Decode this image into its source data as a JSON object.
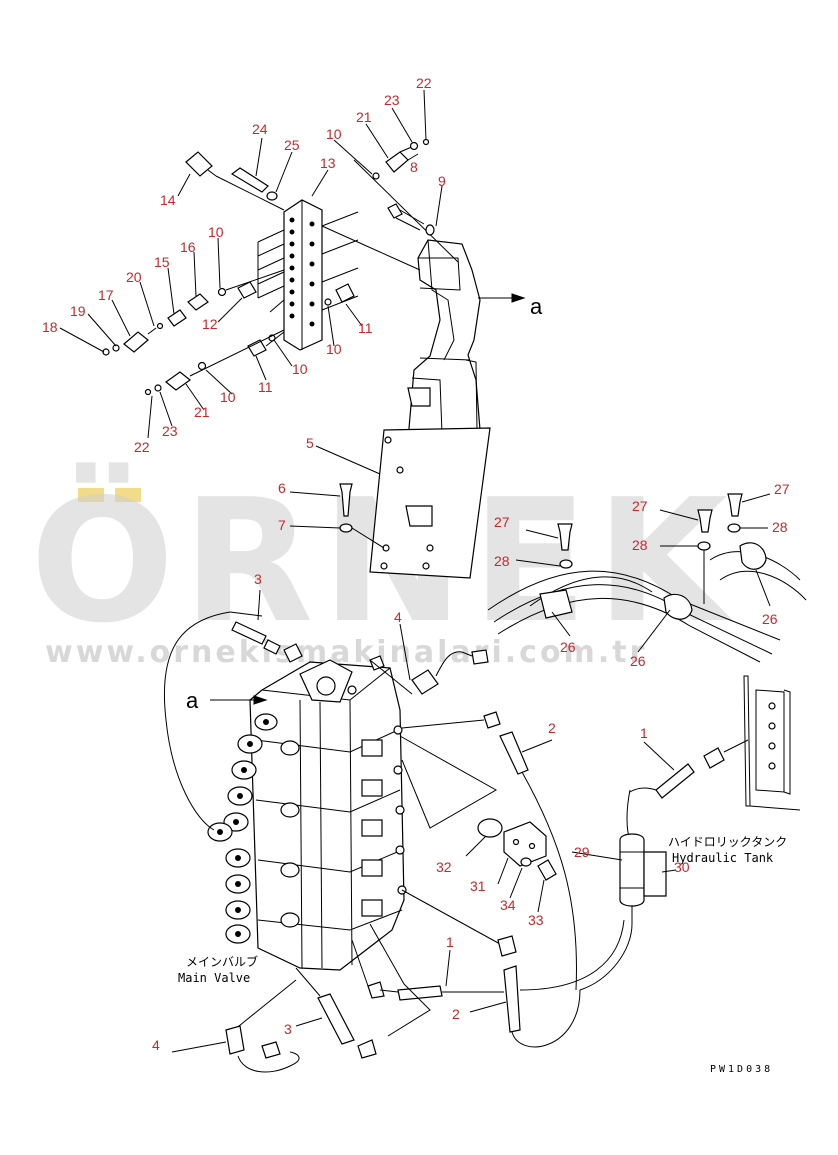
{
  "callouts": [
    {
      "id": "c22a",
      "text": "22"
    },
    {
      "id": "c23a",
      "text": "23"
    },
    {
      "id": "c21a",
      "text": "21"
    },
    {
      "id": "c8",
      "text": "8"
    },
    {
      "id": "c10a",
      "text": "10"
    },
    {
      "id": "c24",
      "text": "24"
    },
    {
      "id": "c25",
      "text": "25"
    },
    {
      "id": "c13",
      "text": "13"
    },
    {
      "id": "c14",
      "text": "14"
    },
    {
      "id": "c9",
      "text": "9"
    },
    {
      "id": "c10b",
      "text": "10"
    },
    {
      "id": "c16",
      "text": "16"
    },
    {
      "id": "c15",
      "text": "15"
    },
    {
      "id": "c20",
      "text": "20"
    },
    {
      "id": "c17",
      "text": "17"
    },
    {
      "id": "c19",
      "text": "19"
    },
    {
      "id": "c18",
      "text": "18"
    },
    {
      "id": "c12",
      "text": "12"
    },
    {
      "id": "c11a",
      "text": "11"
    },
    {
      "id": "c10c",
      "text": "10"
    },
    {
      "id": "c10d",
      "text": "10"
    },
    {
      "id": "c11b",
      "text": "11"
    },
    {
      "id": "c21b",
      "text": "21"
    },
    {
      "id": "c10e",
      "text": "10"
    },
    {
      "id": "c22b",
      "text": "22"
    },
    {
      "id": "c23b",
      "text": "23"
    },
    {
      "id": "c5",
      "text": "5"
    },
    {
      "id": "c6",
      "text": "6"
    },
    {
      "id": "c7",
      "text": "7"
    },
    {
      "id": "c27a",
      "text": "27"
    },
    {
      "id": "c28a",
      "text": "28"
    },
    {
      "id": "c27b",
      "text": "27"
    },
    {
      "id": "c27c",
      "text": "27"
    },
    {
      "id": "c28b",
      "text": "28"
    },
    {
      "id": "c28c",
      "text": "28"
    },
    {
      "id": "c26a",
      "text": "26"
    },
    {
      "id": "c26b",
      "text": "26"
    },
    {
      "id": "c26c",
      "text": "26"
    },
    {
      "id": "c3a",
      "text": "3"
    },
    {
      "id": "c4a",
      "text": "4"
    },
    {
      "id": "c2a",
      "text": "2"
    },
    {
      "id": "c1a",
      "text": "1"
    },
    {
      "id": "c29",
      "text": "29"
    },
    {
      "id": "c30",
      "text": "30"
    },
    {
      "id": "c32",
      "text": "32"
    },
    {
      "id": "c31",
      "text": "31"
    },
    {
      "id": "c34",
      "text": "34"
    },
    {
      "id": "c33",
      "text": "33"
    },
    {
      "id": "c1b",
      "text": "1"
    },
    {
      "id": "c2b",
      "text": "2"
    },
    {
      "id": "c3b",
      "text": "3"
    },
    {
      "id": "c4b",
      "text": "4"
    }
  ],
  "view_label_top": "a",
  "view_label_left": "a",
  "hydraulic_tank_jp": "ハイドロリックタンク",
  "hydraulic_tank_en": "Hydraulic Tank",
  "main_valve_jp": "メインバルブ",
  "main_valve_en": "Main Valve",
  "drawing_code": "PW1D038",
  "watermark_brand": "ÖRNEK",
  "watermark_url": "www.ornekismakinalari.com.tr",
  "colors": {
    "callout": "#c8282a",
    "watermark": "#cfcfcf",
    "watermark_accent": "#f2dc8a",
    "line": "#000000"
  }
}
